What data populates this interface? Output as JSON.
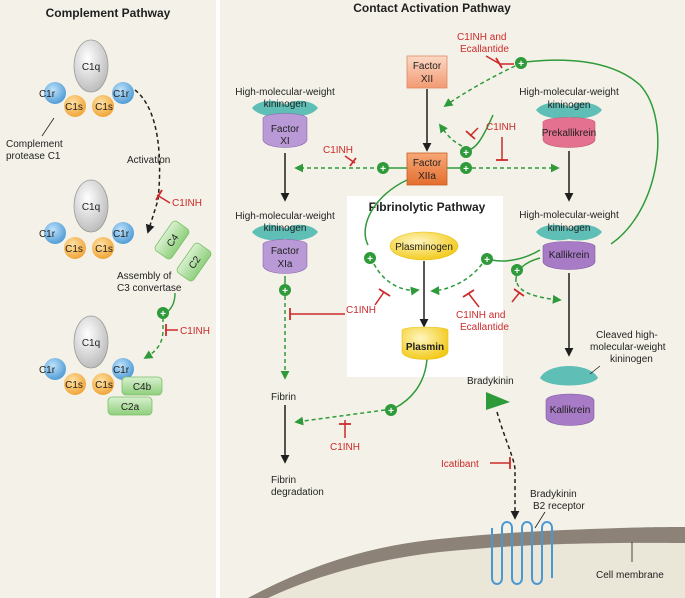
{
  "panels": {
    "complement_title": "Complement Pathway",
    "contact_title": "Contact Activation Pathway",
    "fibrinolytic_title": "Fibrinolytic Pathway"
  },
  "complement": {
    "c1q": "C1q",
    "c1r": "C1r",
    "c1s": "C1s",
    "protease_line1": "Complement",
    "protease_line2": "protease C1",
    "activation": "Activation",
    "c1inh": "C1INH",
    "c4": "C4",
    "c2": "C2",
    "c4b": "C4b",
    "c2a": "C2a",
    "assembly_line1": "Assembly of",
    "assembly_line2": "C3 convertase"
  },
  "contact": {
    "hmwk_line1": "High-molecular-weight",
    "hmwk_line2": "kininogen",
    "factor": "Factor",
    "xi": "XI",
    "xia": "XIa",
    "xii": "XII",
    "xiia": "XIIa",
    "prekallikrein": "Prekallikrein",
    "kallikrein": "Kallikrein",
    "c1inh": "C1INH",
    "c1inh_ecallantide_line1": "C1INH and",
    "c1inh_ecallantide_line2": "Ecallantide",
    "plasminogen": "Plasminogen",
    "plasmin": "Plasmin",
    "fibrin": "Fibrin",
    "fibrin_deg_line1": "Fibrin",
    "fibrin_deg_line2": "degradation",
    "cleaved_line1": "Cleaved high-",
    "cleaved_line2": "molecular-weight",
    "cleaved_line3": "kininogen",
    "bradykinin": "Bradykinin",
    "icatibant": "Icatibant",
    "b2_line1": "Bradykinin",
    "b2_line2": "B2 receptor",
    "membrane": "Cell membrane",
    "plus": "+"
  },
  "colors": {
    "background": "#f4f2e8",
    "panel_divider": "#ffffff",
    "inhibitor_red": "#cc2a2a",
    "activation_green": "#2f9a3a",
    "teal": "#5fbfb7",
    "purple": "#a77bc6",
    "pink": "#e3718f",
    "blue": "#5aa6dd",
    "orange": "#f2a93b",
    "yellow": "#f2cf2e",
    "membrane": "#8c8277"
  }
}
